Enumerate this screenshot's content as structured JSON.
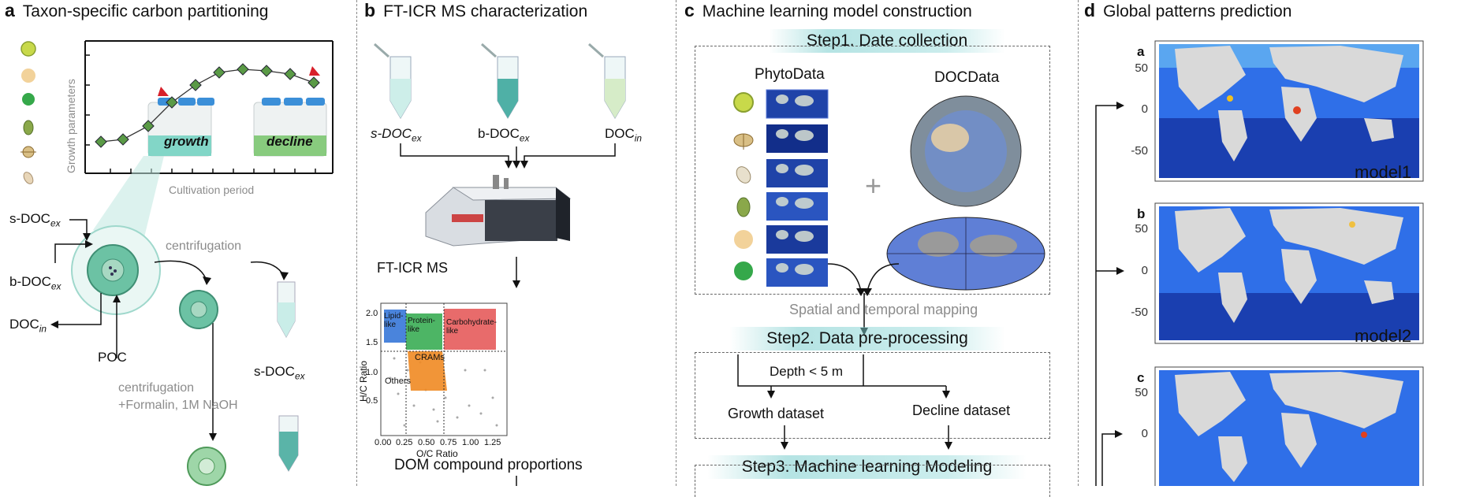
{
  "panels": {
    "a": {
      "letter": "a",
      "title": "Taxon-specific carbon partitioning",
      "ylabel": "Growth parameters",
      "xlabel": "Cultivation period",
      "growth_label": "growth",
      "decline_label": "decline",
      "s_doc_base": "s-DOC",
      "b_doc_base": "b-DOC",
      "doc_in_base": "DOC",
      "sub_ex": "ex",
      "sub_in": "in",
      "poc_label": "POC",
      "centrifugation_1": "centrifugation",
      "centrifugation_2": "centrifugation",
      "formalin_label": "+Formalin, 1M NaOH",
      "icon_colors": [
        "#c8d94a",
        "#f2d29a",
        "#35a84a",
        "#8aa84a",
        "#b59a60",
        "#e8d6b8"
      ]
    },
    "b": {
      "letter": "b",
      "title": "FT-ICR MS characterization",
      "tube1_base": "s-DOC",
      "tube1_sub": "ex",
      "tube2_base": "b-DOC",
      "tube2_sub": "ex",
      "tube3_base": "DOC",
      "tube3_sub": "in",
      "instrument_label": "FT-ICR MS",
      "vk_plot": {
        "ylabel": "H/C Ratio",
        "xlabel": "O/C Ratio",
        "xticks": [
          "0.00",
          "0.25",
          "0.50",
          "0.75",
          "1.00",
          "1.25"
        ],
        "yticks": [
          "2.0",
          "1.5",
          "1.0",
          "0.5"
        ],
        "regions": [
          "Lipid-like",
          "Protein-like",
          "Carbohydrate-like",
          "CRAMs",
          "Others"
        ],
        "region_colors": [
          "#2a6fd6",
          "#2ea84a",
          "#e03a3a",
          "#f08a22",
          "#9a9a9a"
        ]
      },
      "caption": "DOM compound proportions"
    },
    "c": {
      "letter": "c",
      "title": "Machine learning model construction",
      "step1": "Step1. Date collection",
      "phyto_label": "PhytoData",
      "doc_label": "DOCData",
      "plus": "+",
      "mapping_label": "Spatial and temporal mapping",
      "step2": "Step2. Data pre-processing",
      "depth_label": "Depth < 5 m",
      "growth_dataset": "Growth dataset",
      "decline_dataset": "Decline dataset",
      "step3": "Step3. Machine learning Modeling"
    },
    "d": {
      "letter": "d",
      "title": "Global patterns prediction",
      "maps": [
        {
          "letter": "a",
          "model_label": "model1",
          "yticks": [
            "50",
            "0",
            "-50"
          ]
        },
        {
          "letter": "b",
          "model_label": "model2",
          "yticks": [
            "50",
            "0",
            "-50"
          ]
        },
        {
          "letter": "c",
          "model_label": "",
          "yticks": [
            "50",
            "0"
          ]
        }
      ]
    }
  }
}
